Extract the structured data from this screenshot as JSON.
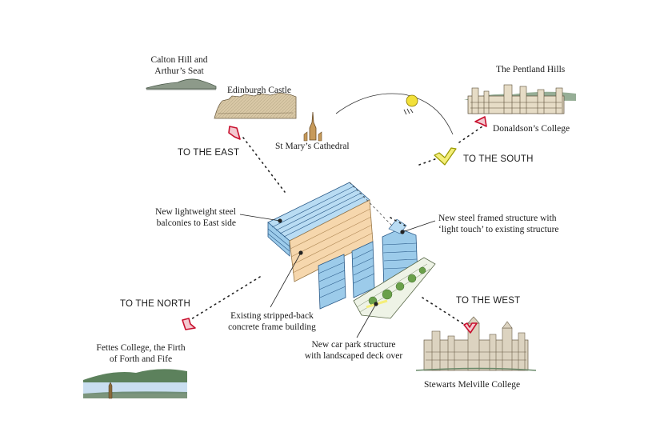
{
  "landmarks": {
    "calton": [
      "Calton Hill and",
      "Arthur’s Seat"
    ],
    "castle": "Edinburgh Castle",
    "cathedral": "St Mary’s Cathedral",
    "pentland": "The Pentland Hills",
    "donaldson": "Donaldson’s College",
    "fettes": [
      "Fettes College, the Firth",
      "of Forth and Fife"
    ],
    "stewarts": "Stewarts Melville College"
  },
  "directions": {
    "east": "TO THE EAST",
    "south": "TO THE SOUTH",
    "north": "TO THE NORTH",
    "west": "TO THE WEST"
  },
  "callouts": {
    "balconies": [
      "New lightweight steel",
      "balconies to East side"
    ],
    "steel_frame": [
      "New steel framed structure with",
      "‘light touch’ to existing structure"
    ],
    "concrete": [
      "Existing stripped-back",
      "concrete frame building"
    ],
    "car_park": [
      "New car park structure",
      "with landscaped deck over"
    ]
  },
  "colors": {
    "arrow_red": "#c8102e",
    "arrow_fill": "#f3c9d0",
    "sun_yellow": "#f2e03a",
    "south_arrow_yellow": "#f4ee7a",
    "steel_blue": "#9ccbea",
    "concrete_peach": "#f6d7ad",
    "hill_green": "#3f6b3f",
    "water_blue": "#c9def0",
    "building_stone": "#dcd3c0"
  }
}
